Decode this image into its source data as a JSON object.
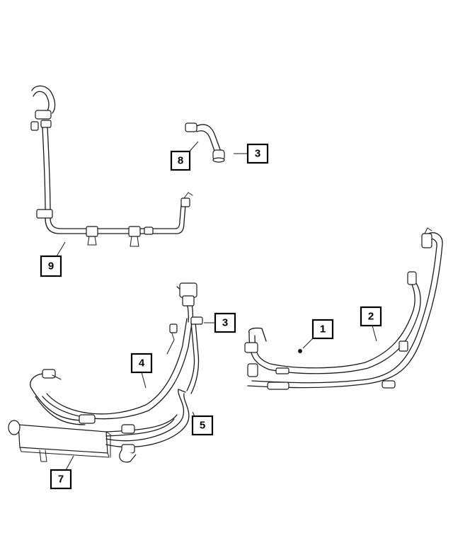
{
  "callouts": [
    {
      "id": "callout-1",
      "label": "1"
    },
    {
      "id": "callout-2",
      "label": "2"
    },
    {
      "id": "callout-3a",
      "label": "3"
    },
    {
      "id": "callout-3b",
      "label": "3"
    },
    {
      "id": "callout-4",
      "label": "4"
    },
    {
      "id": "callout-5",
      "label": "5"
    },
    {
      "id": "callout-7",
      "label": "7"
    },
    {
      "id": "callout-8",
      "label": "8"
    },
    {
      "id": "callout-9",
      "label": "9"
    }
  ],
  "colors": {
    "line": "#1a1a1a",
    "box_border": "#000000",
    "background": "#ffffff"
  }
}
